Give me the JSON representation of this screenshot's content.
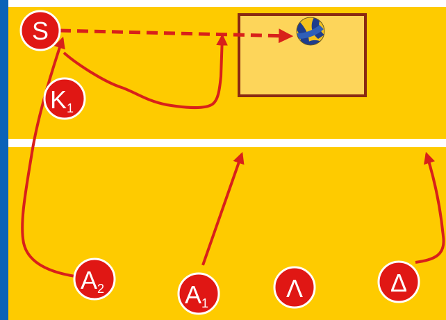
{
  "players": {
    "server": {
      "label": "S",
      "sub": ""
    },
    "k1": {
      "label": "K",
      "sub": "1"
    },
    "a2": {
      "label": "A",
      "sub": "2"
    },
    "a1": {
      "label": "A",
      "sub": "1"
    },
    "lambda": {
      "label": "Λ",
      "sub": ""
    },
    "delta": {
      "label": "Δ",
      "sub": ""
    }
  },
  "colors": {
    "court": "#fecb00",
    "court_line": "#ffffff",
    "side_panel": "#0a62b8",
    "target_fill": "#fdd55a",
    "target_border": "#8a2a12",
    "arrow": "#d8201a",
    "player_fill": "#e01714",
    "player_text": "#ffffff",
    "ball_blue": "#1f3d8c",
    "ball_yellow": "#f3c21d"
  },
  "icons": {
    "ball": "volleyball-icon"
  }
}
